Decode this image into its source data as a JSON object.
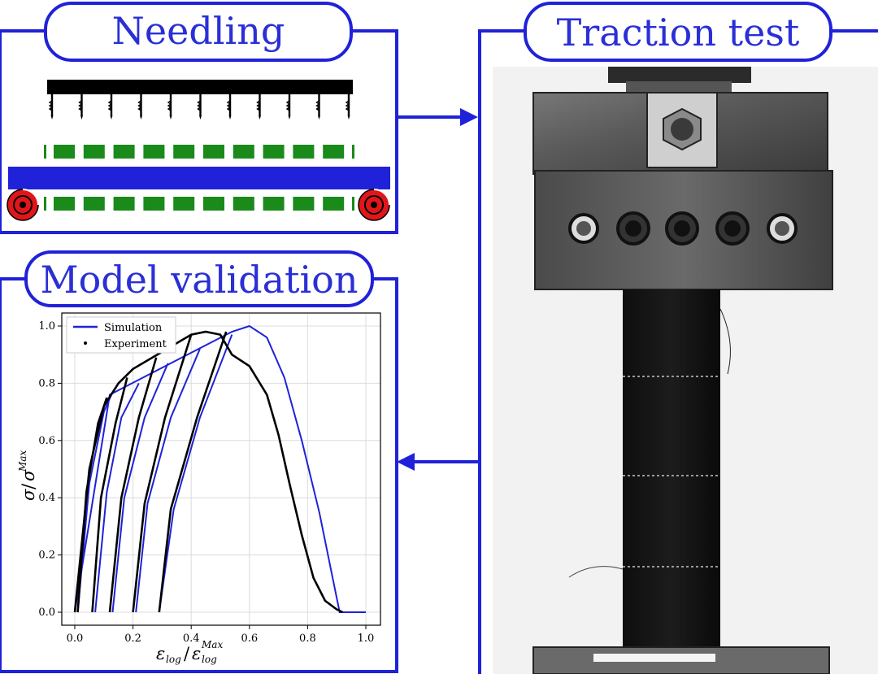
{
  "panels": {
    "needling": {
      "title": "Needling"
    },
    "traction": {
      "title": "Traction test"
    },
    "validation": {
      "title": "Model validation"
    }
  },
  "colors": {
    "frame": "#1f22d8",
    "needle_bar": "#000000",
    "fabric": "#1a8a1a",
    "belt": "#1f22d8",
    "roller": "#e0161a",
    "sim_line": "#1f22d8",
    "exp_line": "#000000"
  },
  "icons": {
    "arrow_needling_to_traction": "arrow-right-icon",
    "arrow_traction_to_validation": "arrow-left-icon"
  },
  "chart_data": {
    "type": "line",
    "xlabel": "ε_log / ε_log^Max",
    "ylabel": "σ / σ^Max",
    "xlim": [
      0.0,
      1.0
    ],
    "ylim": [
      0.0,
      1.0
    ],
    "x_ticks": [
      "0.0",
      "0.2",
      "0.4",
      "0.6",
      "0.8",
      "1.0"
    ],
    "y_ticks": [
      "0.0",
      "0.2",
      "0.4",
      "0.6",
      "0.8",
      "1.0"
    ],
    "grid": true,
    "legend_position": "top-left",
    "series": [
      {
        "name": "Simulation",
        "style": "line",
        "x": [
          0.0,
          0.12,
          0.54,
          0.6,
          0.66,
          0.72,
          0.78,
          0.84,
          0.88,
          0.91,
          1.0
        ],
        "y": [
          0.0,
          0.76,
          0.98,
          1.0,
          0.96,
          0.82,
          0.6,
          0.35,
          0.15,
          0.0,
          0.0
        ],
        "cycles": [
          {
            "x": [
              0.01,
              0.05,
              0.1,
              0.13
            ],
            "y": [
              0.0,
              0.45,
              0.7,
              0.77
            ]
          },
          {
            "x": [
              0.07,
              0.11,
              0.16,
              0.22
            ],
            "y": [
              0.0,
              0.42,
              0.68,
              0.8
            ]
          },
          {
            "x": [
              0.13,
              0.17,
              0.24,
              0.32
            ],
            "y": [
              0.0,
              0.4,
              0.68,
              0.87
            ]
          },
          {
            "x": [
              0.21,
              0.25,
              0.33,
              0.43
            ],
            "y": [
              0.0,
              0.38,
              0.68,
              0.92
            ]
          },
          {
            "x": [
              0.29,
              0.34,
              0.43,
              0.54
            ],
            "y": [
              0.0,
              0.36,
              0.68,
              0.97
            ]
          }
        ]
      },
      {
        "name": "Experiment",
        "style": "dots",
        "x": [
          0.0,
          0.05,
          0.1,
          0.15,
          0.2,
          0.25,
          0.3,
          0.35,
          0.4,
          0.45,
          0.5,
          0.54,
          0.6,
          0.66,
          0.7,
          0.74,
          0.78,
          0.82,
          0.86,
          0.9,
          0.92
        ],
        "y": [
          0.0,
          0.5,
          0.72,
          0.8,
          0.85,
          0.88,
          0.91,
          0.94,
          0.97,
          0.98,
          0.97,
          0.9,
          0.86,
          0.76,
          0.62,
          0.44,
          0.27,
          0.12,
          0.04,
          0.01,
          0.0
        ],
        "cycles": [
          {
            "x": [
              0.01,
              0.04,
              0.08,
              0.11
            ],
            "y": [
              0.0,
              0.42,
              0.66,
              0.75
            ]
          },
          {
            "x": [
              0.06,
              0.09,
              0.14,
              0.18
            ],
            "y": [
              0.0,
              0.4,
              0.66,
              0.82
            ]
          },
          {
            "x": [
              0.12,
              0.16,
              0.22,
              0.28
            ],
            "y": [
              0.0,
              0.4,
              0.68,
              0.89
            ]
          },
          {
            "x": [
              0.2,
              0.24,
              0.31,
              0.4
            ],
            "y": [
              0.0,
              0.38,
              0.68,
              0.97
            ]
          },
          {
            "x": [
              0.29,
              0.33,
              0.42,
              0.52
            ],
            "y": [
              0.0,
              0.36,
              0.68,
              0.98
            ]
          }
        ]
      }
    ]
  }
}
